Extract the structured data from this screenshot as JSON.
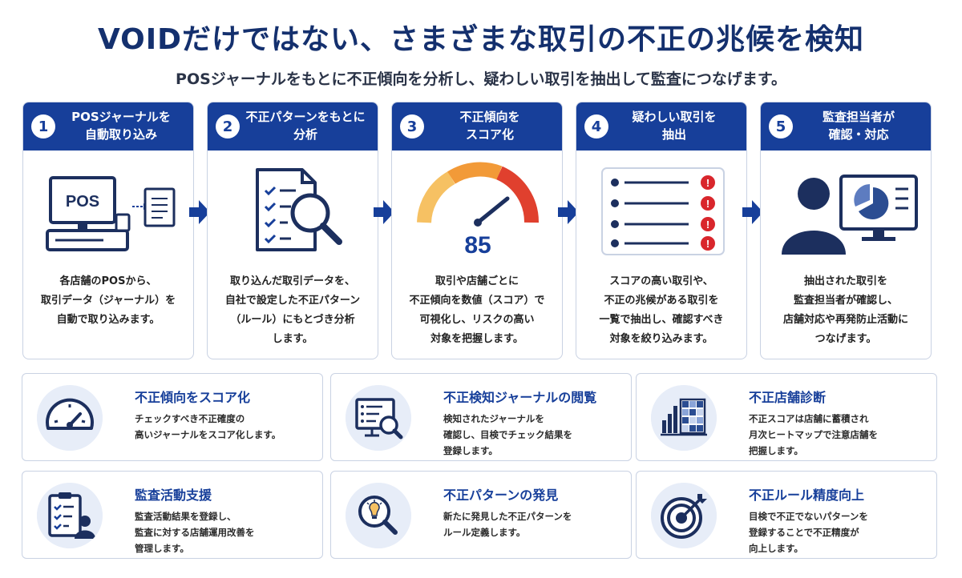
{
  "header": {
    "title": "VOIDだけではない、さまざまな取引の不正の兆候を検知",
    "subtitle": "POSジャーナルをもとに不正傾向を分析し、疑わしい取引を抽出して監査につなげます。"
  },
  "steps": [
    {
      "num": "1",
      "title1": "POSジャーナルを",
      "title2": "自動取り込み",
      "lines": [
        "各店舗のPOSから、",
        "取引データ（ジャーナル）を",
        "自動で取り込みます。"
      ],
      "visual_label": "POS",
      "icon": "pos-register-icon"
    },
    {
      "num": "2",
      "title1": "不正パターンをもとに",
      "title2": "分析",
      "lines": [
        "取り込んだ取引データを、",
        "自社で設定した不正パターン",
        "（ルール）にもとづき分析",
        "します。"
      ],
      "icon": "checklist-search-icon"
    },
    {
      "num": "3",
      "title1": "不正傾向を",
      "title2": "スコア化",
      "lines": [
        "取引や店舗ごとに",
        "不正傾向を数値（スコア）で",
        "可視化し、リスクの高い",
        "対象を把握します。"
      ],
      "gauge_value": "85",
      "icon": "gauge-icon"
    },
    {
      "num": "4",
      "title1": "疑わしい取引を",
      "title2": "抽出",
      "lines": [
        "スコアの高い取引や、",
        "不正の兆候がある取引を",
        "一覧で抽出し、確認すべき",
        "対象を絞り込みます。"
      ],
      "icon": "alert-list-icon"
    },
    {
      "num": "5",
      "title1": "監査担当者が",
      "title2": "確認・対応",
      "lines": [
        "抽出された取引を",
        "監査担当者が確認し、",
        "店舗対応や再発防止活動に",
        "つなげます。"
      ],
      "icon": "auditor-monitor-icon"
    }
  ],
  "features": [
    {
      "title": "不正傾向をスコア化",
      "lines": [
        "チェックすべき不正確度の",
        "高いジャーナルをスコア化します。"
      ],
      "icon": "gauge-icon"
    },
    {
      "title": "不正検知ジャーナルの閲覧",
      "lines": [
        "検知されたジャーナルを",
        "確認し、目検でチェック結果を",
        "登録します。"
      ],
      "icon": "journal-search-icon"
    },
    {
      "title": "不正店舗診断",
      "lines": [
        "不正スコアは店舗に蓄積され",
        "月次ヒートマップで注意店舗を",
        "把握します。"
      ],
      "icon": "heatmap-icon"
    },
    {
      "title": "監査活動支援",
      "lines": [
        "監査活動結果を登録し、",
        "監査に対する店舗運用改善を",
        "管理します。"
      ],
      "icon": "clipboard-user-icon"
    },
    {
      "title": "不正パターンの発見",
      "lines": [
        "新たに発見した不正パターンを",
        "ルール定義します。"
      ],
      "icon": "lightbulb-search-icon"
    },
    {
      "title": "不正ルール精度向上",
      "lines": [
        "目検で不正でないパターンを",
        "登録することで不正精度が",
        "向上します。"
      ],
      "icon": "target-icon"
    }
  ],
  "colors": {
    "primary": "#173f9a",
    "gauge_low": "#f6c163",
    "gauge_mid": "#f29a38",
    "gauge_high": "#e0402e",
    "alert": "#d9262c"
  }
}
